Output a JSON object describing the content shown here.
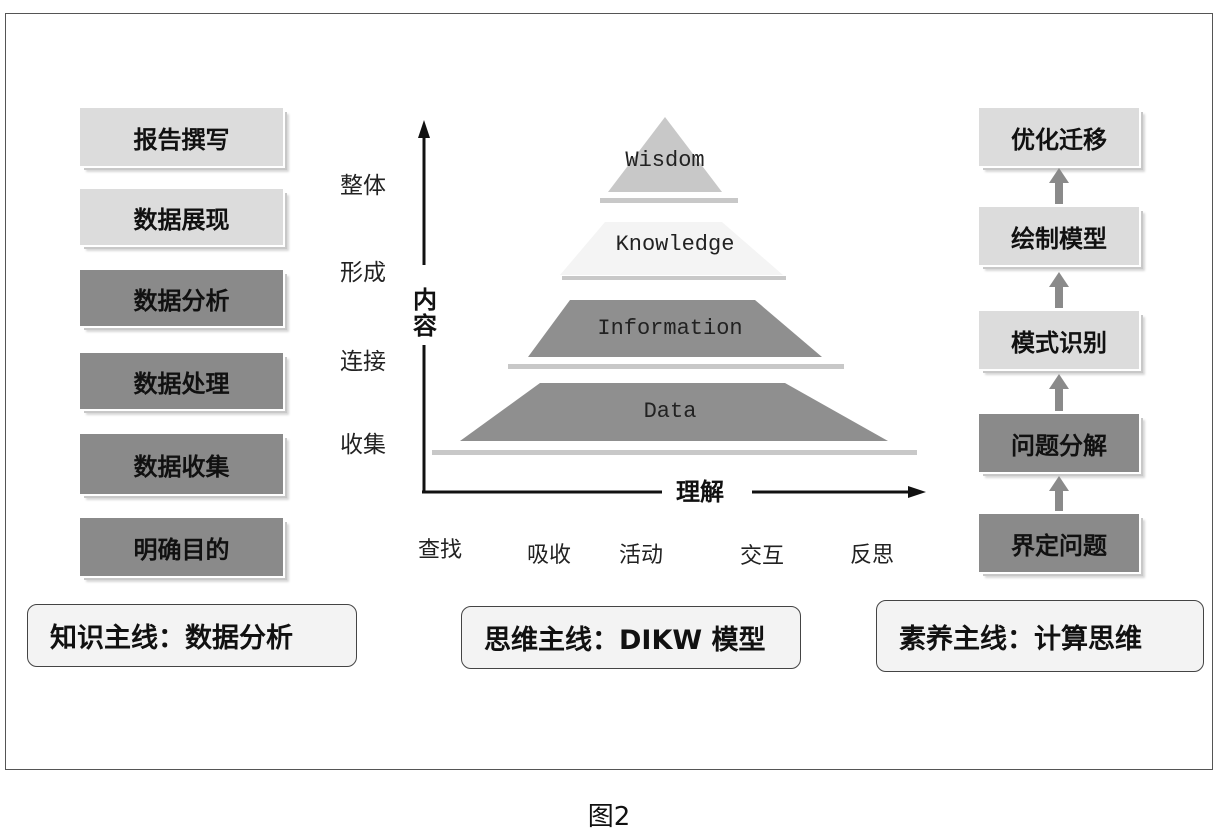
{
  "left_column": {
    "items": [
      "报告撰写",
      "数据展现",
      "数据分析",
      "数据处理",
      "数据收集",
      "明确目的"
    ],
    "footer": "知识主线：数据分析"
  },
  "middle": {
    "y_axis_label": "内容",
    "x_axis_label": "理解",
    "y_levels": [
      "整体",
      "形成",
      "连接",
      "收集"
    ],
    "x_levels": [
      "查找",
      "吸收",
      "活动",
      "交互",
      "反思"
    ],
    "pyramid_layers": [
      "Wisdom",
      "Knowledge",
      "Information",
      "Data"
    ],
    "footer": "思维主线：DIKW 模型"
  },
  "right_column": {
    "items": [
      "优化迁移",
      "绘制模型",
      "模式识别",
      "问题分解",
      "界定问题"
    ],
    "footer": "素养主线：计算思维"
  },
  "caption": "图2",
  "colors": {
    "light_fill": "#dcdcdc",
    "dark_fill": "#8a8a8a",
    "wisdom_fill": "#c8c8c8",
    "knowledge_fill": "#f4f4f4",
    "info_fill": "#8f8f8f",
    "data_fill": "#8f8f8f"
  }
}
